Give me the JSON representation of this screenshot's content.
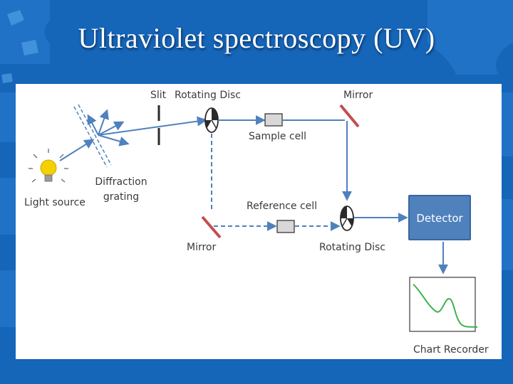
{
  "title": "Ultraviolet spectroscopy (UV)",
  "labels": {
    "slit": "Slit",
    "rotating_disc_top": "Rotating Disc",
    "mirror_top": "Mirror",
    "sample_cell": "Sample cell",
    "light_source": "Light source",
    "diffraction_line1": "Diffraction",
    "diffraction_line2": "grating",
    "reference_cell": "Reference cell",
    "detector": "Detector",
    "mirror_bottom": "Mirror",
    "rotating_disc_bottom": "Rotating Disc",
    "chart_recorder": "Chart Recorder"
  },
  "colors": {
    "background": "#1565b8",
    "beam": "#4f81bd",
    "mirror": "#c0504d",
    "detector_fill": "#4f81bd",
    "trace": "#3cb34a",
    "bulb": "#f5d000"
  }
}
